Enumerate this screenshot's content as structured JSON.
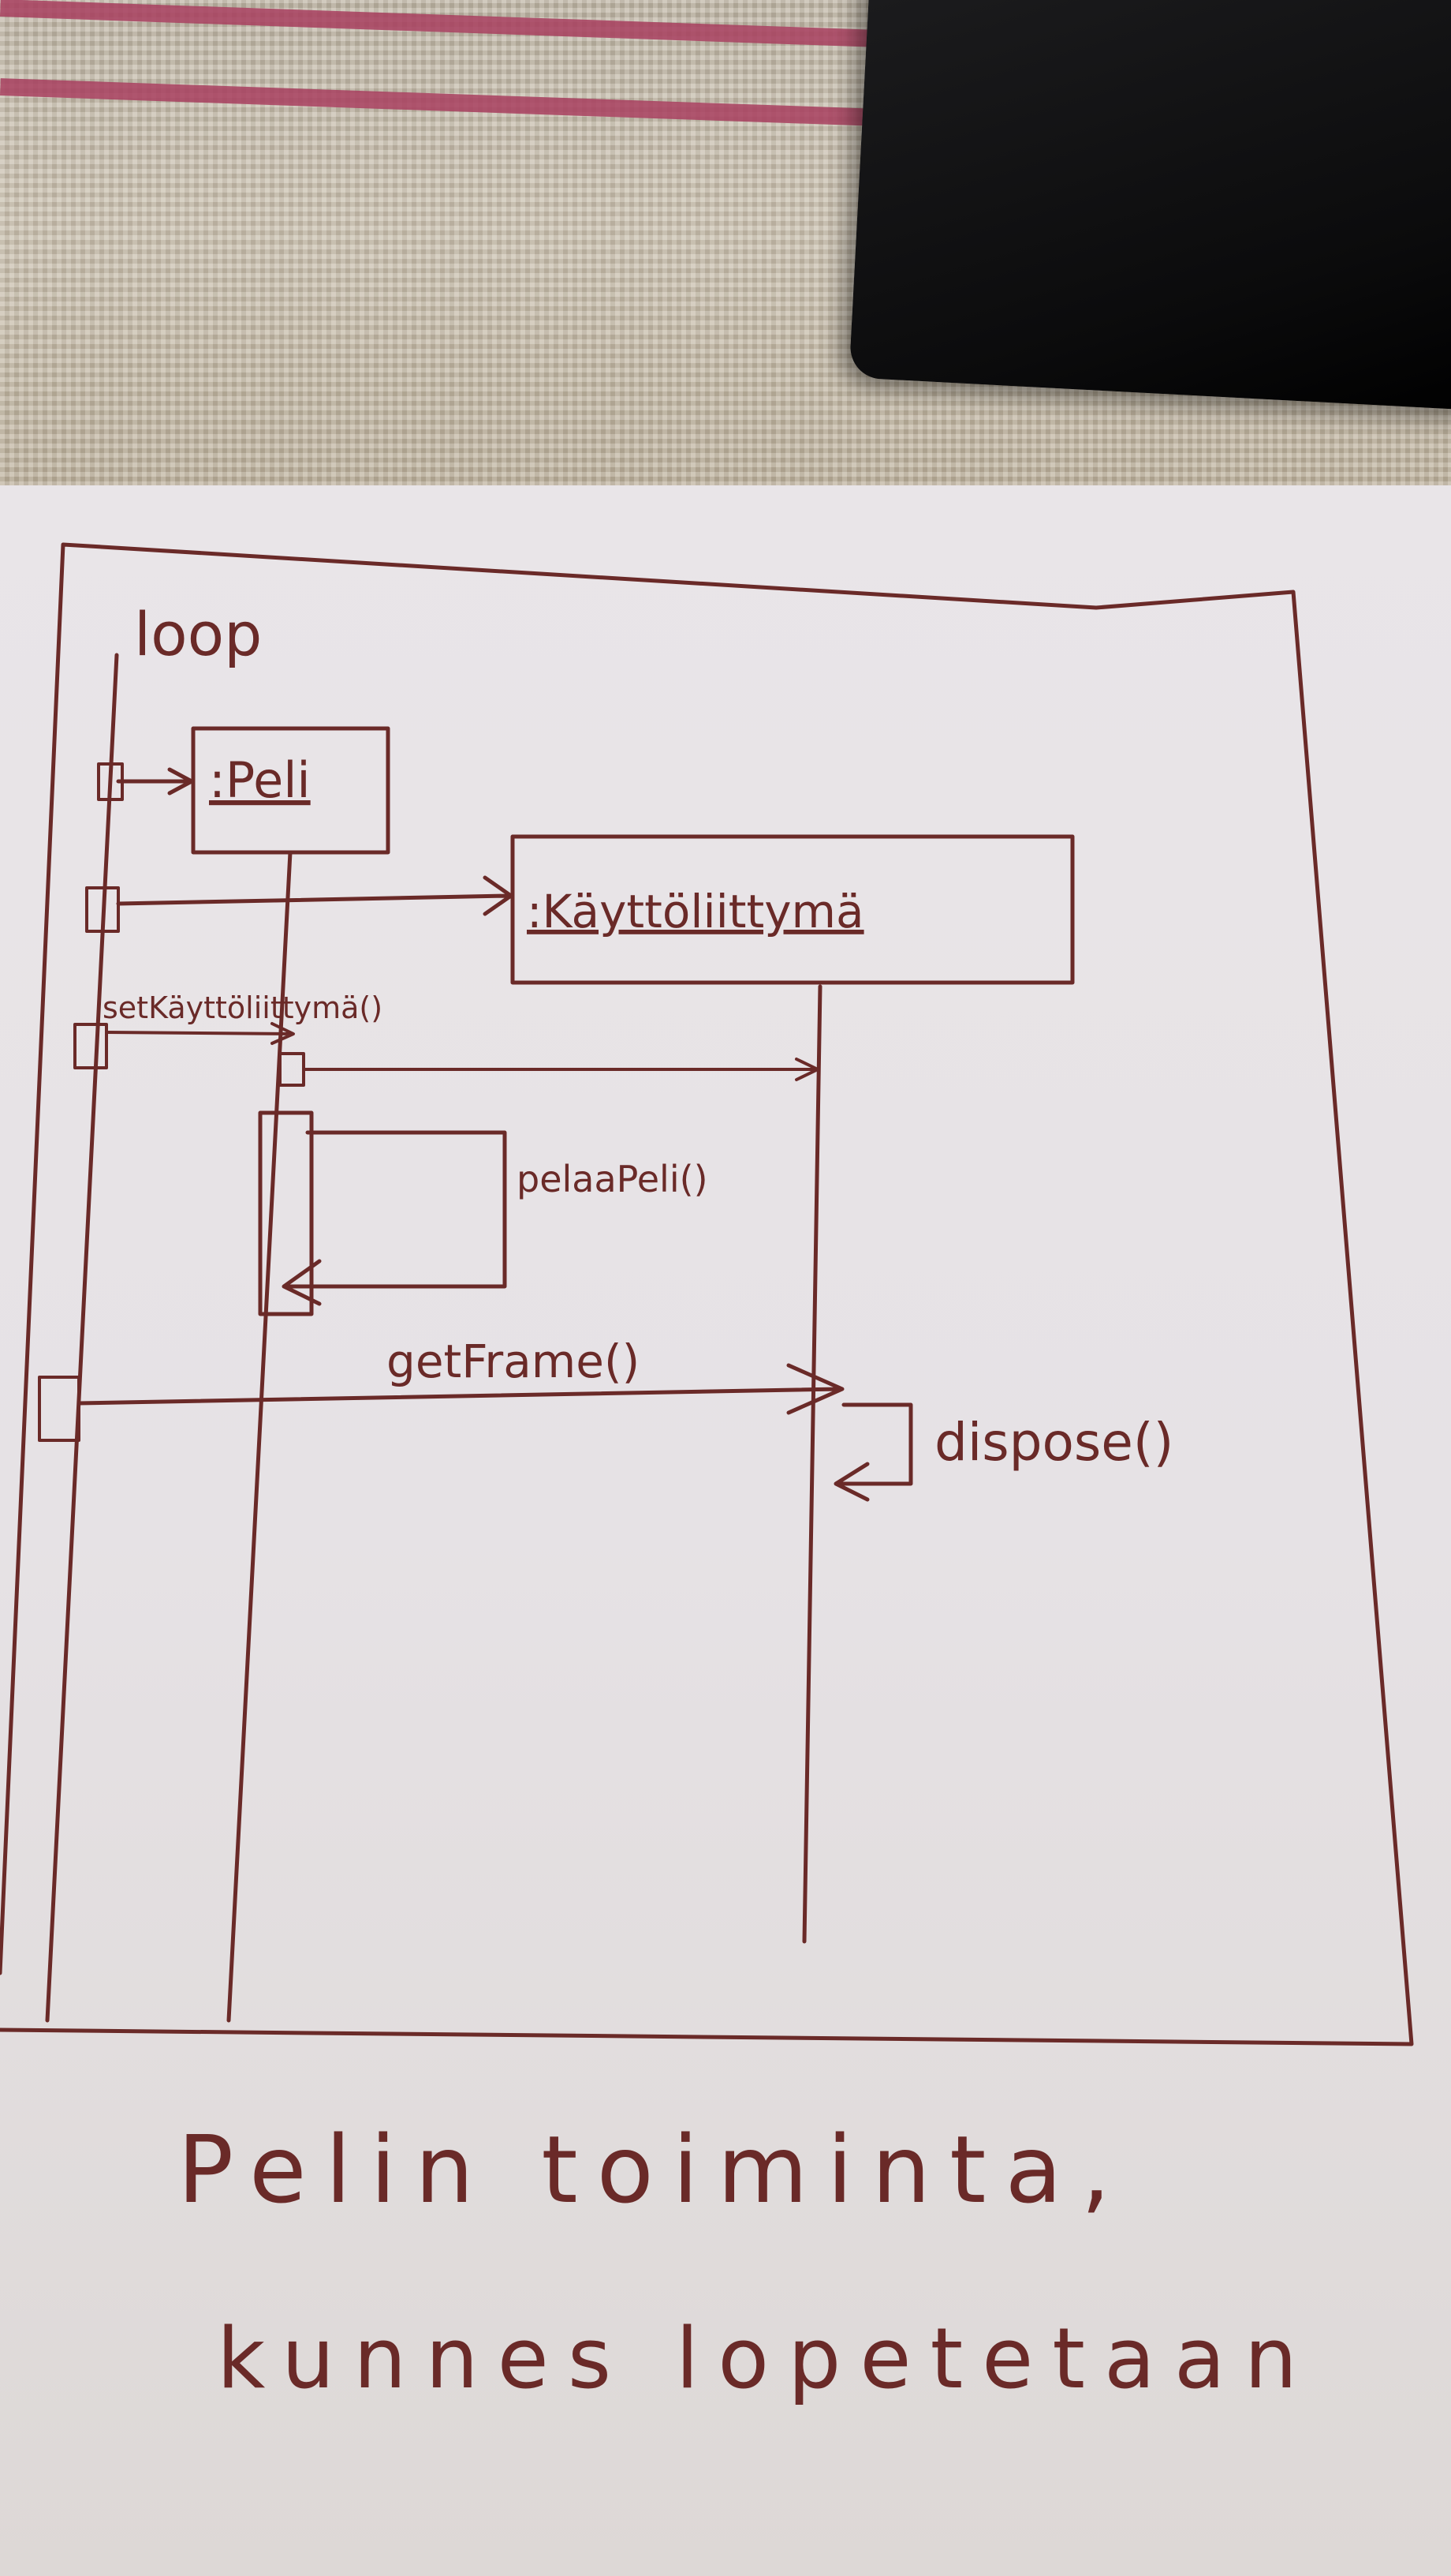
{
  "diagram": {
    "frame_label": "loop",
    "lifelines": [
      {
        "label": ":Peli"
      },
      {
        "label": ":Käyttöliittymä"
      }
    ],
    "messages": [
      {
        "label": "setKäyttöliittymä()"
      },
      {
        "label": "pelaaPeli()"
      },
      {
        "label": "getFrame()"
      },
      {
        "label": "dispose()"
      }
    ],
    "caption_line1": "Pelin toiminta,",
    "caption_line2": "kunnes lopetetaan"
  },
  "colors": {
    "ink": "#6a2a28",
    "paper": "#e9e5e8",
    "tablecloth": "#c9bfad",
    "stripe": "#a8405f"
  }
}
